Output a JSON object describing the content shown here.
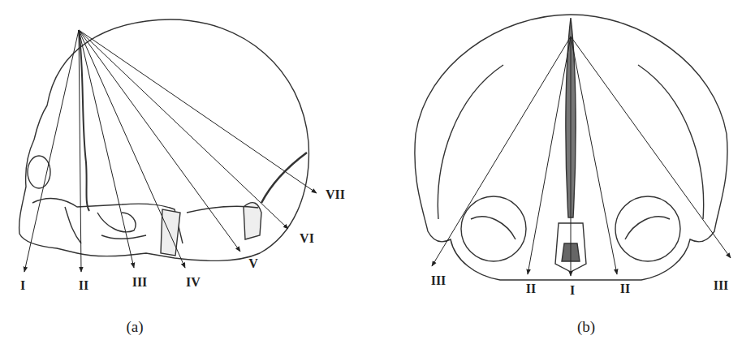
{
  "diagram": {
    "labels": [
      "I",
      "II",
      "III",
      "IV",
      "V",
      "VI",
      "VII",
      "(a)",
      "III",
      "II",
      "I",
      "II",
      "III",
      "(b)"
    ]
  }
}
